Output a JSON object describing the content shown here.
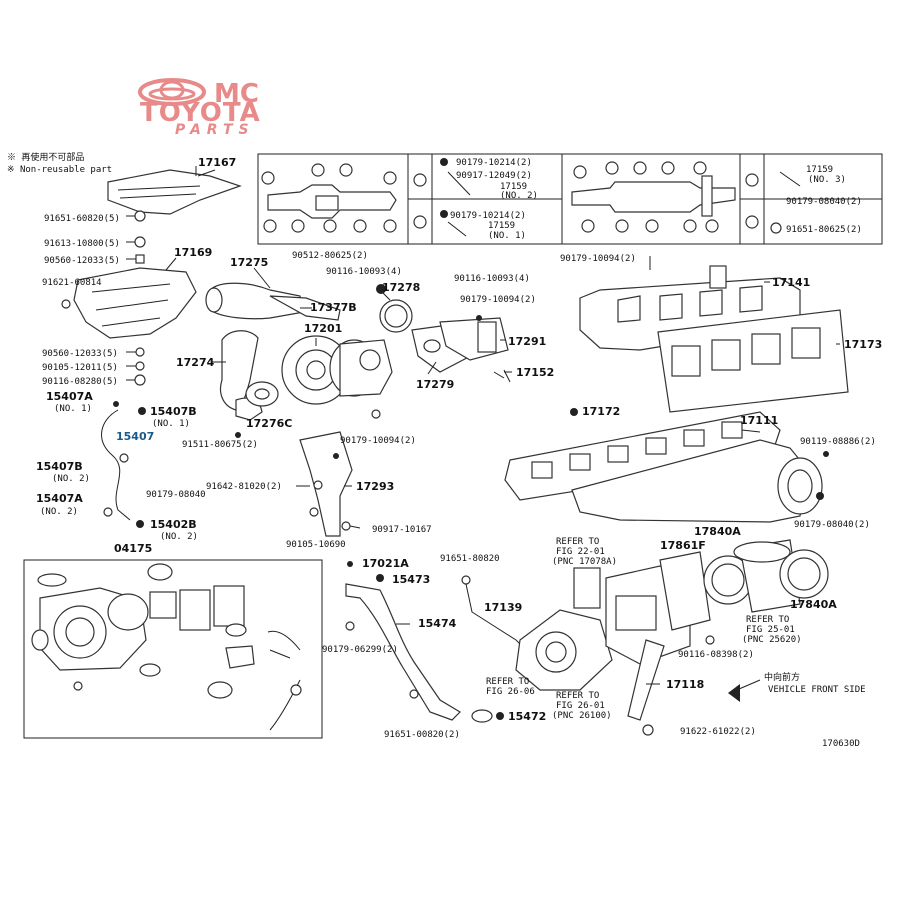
{
  "logo": {
    "mc": "MC",
    "toyota": "TOYOTA",
    "parts": "PARTS",
    "color": "#e88a8a"
  },
  "legend": [
    "※ 再使用不可部品",
    "※ Non-reusable part"
  ],
  "top_panels": {
    "right1": [
      "90179-10214(2)",
      "90917-12049(2)",
      "17159",
      "(NO. 2)",
      "90179-10214(2)",
      "17159",
      "(NO. 1)"
    ],
    "right2": [
      "17159",
      "(NO. 3)",
      "90179-08040(2)",
      "91651-80625(2)"
    ]
  },
  "parts": [
    {
      "text": "17167"
    },
    {
      "text": "91651-60820(5)"
    },
    {
      "text": "91613-10800(5)"
    },
    {
      "text": "90560-12033(5)"
    },
    {
      "text": "17169"
    },
    {
      "text": "91621-60814"
    },
    {
      "text": "90560-12033(5)"
    },
    {
      "text": "90105-12011(5)"
    },
    {
      "text": "90116-08280(5)"
    },
    {
      "text": "15407A"
    },
    {
      "text": "(NO. 1)"
    },
    {
      "text": "15407B"
    },
    {
      "text": "(NO. 1)"
    },
    {
      "text": "15407"
    },
    {
      "text": "15407B"
    },
    {
      "text": "(NO. 2)"
    },
    {
      "text": "90179-08040"
    },
    {
      "text": "15407A"
    },
    {
      "text": "(NO. 2)"
    },
    {
      "text": "15402B"
    },
    {
      "text": "(NO. 2)"
    },
    {
      "text": "04175"
    },
    {
      "text": "17275"
    },
    {
      "text": "17377B"
    },
    {
      "text": "90512-80625(2)"
    },
    {
      "text": "90116-10093(4)"
    },
    {
      "text": "17278"
    },
    {
      "text": "17201"
    },
    {
      "text": "17274"
    },
    {
      "text": "17276C"
    },
    {
      "text": "91511-80675(2)"
    },
    {
      "text": "90116-10093(4)"
    },
    {
      "text": "90179-10094(2)"
    },
    {
      "text": "17291"
    },
    {
      "text": "17279"
    },
    {
      "text": "17152"
    },
    {
      "text": "90179-10094(2)"
    },
    {
      "text": "91642-81020(2)"
    },
    {
      "text": "17293"
    },
    {
      "text": "90105-10690"
    },
    {
      "text": "90917-10167"
    },
    {
      "text": "90179-10094(2)"
    },
    {
      "text": "17141"
    },
    {
      "text": "17173"
    },
    {
      "text": "17172"
    },
    {
      "text": "17111"
    },
    {
      "text": "90119-08886(2)"
    },
    {
      "text": "90179-08040(2)"
    },
    {
      "text": "17021A"
    },
    {
      "text": "15473"
    },
    {
      "text": "15474"
    },
    {
      "text": "90179-06299(2)"
    },
    {
      "text": "91651-80820"
    },
    {
      "text": "17139"
    },
    {
      "text": "REFER TO"
    },
    {
      "text": "FIG 26-06"
    },
    {
      "text": "91651-00820(2)"
    },
    {
      "text": "15472"
    },
    {
      "text": "REFER TO"
    },
    {
      "text": "FIG 22-01"
    },
    {
      "text": "(PNC 17078A)"
    },
    {
      "text": "17861F"
    },
    {
      "text": "17840A"
    },
    {
      "text": "17840A"
    },
    {
      "text": "REFER TO"
    },
    {
      "text": "FIG 25-01"
    },
    {
      "text": "(PNC 25620)"
    },
    {
      "text": "90116-08398(2)"
    },
    {
      "text": "17118"
    },
    {
      "text": "REFER TO"
    },
    {
      "text": "FIG 26-01"
    },
    {
      "text": "(PNC 26100)"
    },
    {
      "text": "91622-61022(2)"
    },
    {
      "text": "中向前方"
    },
    {
      "text": "VEHICLE FRONT SIDE"
    },
    {
      "text": "170630D"
    }
  ]
}
